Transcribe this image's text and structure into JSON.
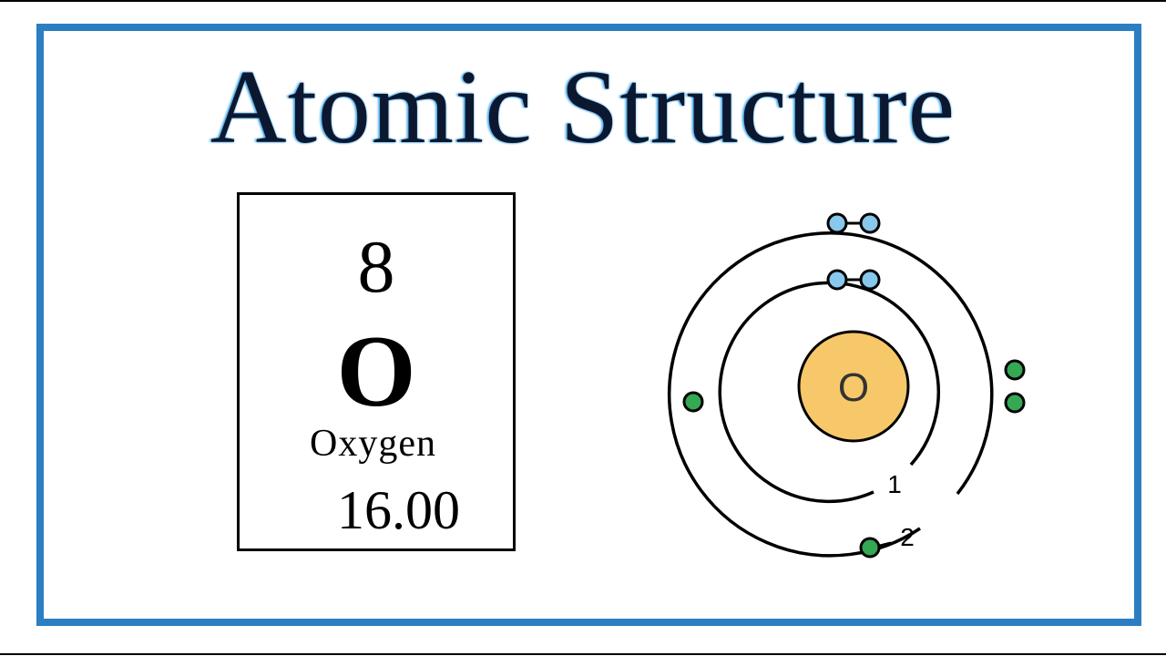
{
  "title": "Atomic Structure",
  "element": {
    "atomic_number": "8",
    "symbol": "O",
    "name": "Oxygen",
    "atomic_mass": "16.00"
  },
  "bohr_model": {
    "nucleus_label": "O",
    "shells": [
      {
        "label": "1",
        "electrons": 2
      },
      {
        "label": "2",
        "electrons": 6
      }
    ]
  },
  "colors": {
    "frame_border": "#2b7ec2",
    "nucleus": "#f7c86a",
    "shell1_electron": "#87c8ec",
    "shell2_paired_electron": "#87c8ec",
    "shell2_electron": "#34a853"
  }
}
